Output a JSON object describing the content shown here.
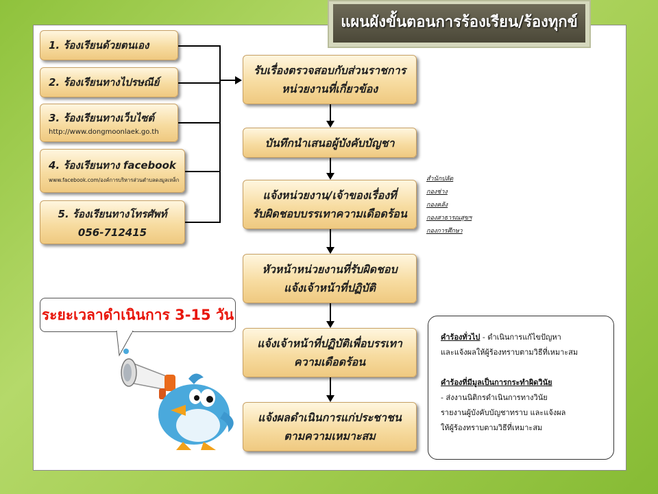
{
  "title": "แผนผังขั้นตอนการร้องเรียน/ร้องทุกข์",
  "channels": [
    {
      "label": "1. ร้องเรียนด้วยตนเอง"
    },
    {
      "label": "2. ร้องเรียนทางไปรษณีย์"
    },
    {
      "label": "3. ร้องเรียนทางเว็บไซต์",
      "sub": "http://www.dongmoonlaek.go.th"
    },
    {
      "label": "4. ร้องเรียนทาง facebook",
      "sub": "www.facebook.com/องค์การบริหารส่วนตำบลดงมูลเหล็ก"
    },
    {
      "label": "5. ร้องเรียนทางโทรศัพท์",
      "sub": "056-712415"
    }
  ],
  "steps": [
    {
      "line1": "รับเรื่องตรวจสอบกับส่วนราชการ",
      "line2": "หน่วยงานที่เกี่ยวข้อง"
    },
    {
      "line1": "บันทึกนำเสนอผู้บังคับบัญชา",
      "line2": ""
    },
    {
      "line1": "แจ้งหน่วยงาน/เจ้าของเรื่องที่",
      "line2": "รับผิดชอบบรรเทาความเดือดร้อน"
    },
    {
      "line1": "หัวหน้าหน่วยงานที่รับผิดชอบ",
      "line2": "แจ้งเจ้าหน้าที่ปฏิบัติ"
    },
    {
      "line1": "แจ้งเจ้าหน้าที่ปฏิบัติเพื่อบรรเทา",
      "line2": "ความเดือดร้อน"
    },
    {
      "line1": "แจ้งผลดำเนินการแก่ประชาชน",
      "line2": "ตามความเหมาะสม"
    }
  ],
  "divisions": [
    "สำนักปลัด",
    "กองช่าง",
    "กองคลัง",
    "กองสาธารณสุขฯ",
    "กองการศึกษา"
  ],
  "duration": "ระยะเวลาดำเนินการ 3-15 วัน",
  "notes": {
    "general_title": "คำร้องทั่วไป",
    "general_text1": " - ดำเนินการแก้ไขปัญหา",
    "general_text2": "และแจ้งผลให้ผู้ร้องทราบตามวิธีที่เหมาะสม",
    "discipline_title": "คำร้องที่มีมูลเป็นการกระทำผิดวินัย",
    "discipline_text1": "- ส่งงานนิติกรดำเนินการทางวินัย",
    "discipline_text2": "รายงานผู้บังคับบัญชาทราบ และแจ้งผล",
    "discipline_text3": "ให้ผู้ร้องทราบตามวิธีที่เหมาะสม"
  },
  "colors": {
    "accent_red": "#e8160b",
    "box_tan": "#f7dca1",
    "bird_blue": "#4aa9dc"
  },
  "icons": [
    "megaphone-icon",
    "bird-mascot-icon"
  ]
}
